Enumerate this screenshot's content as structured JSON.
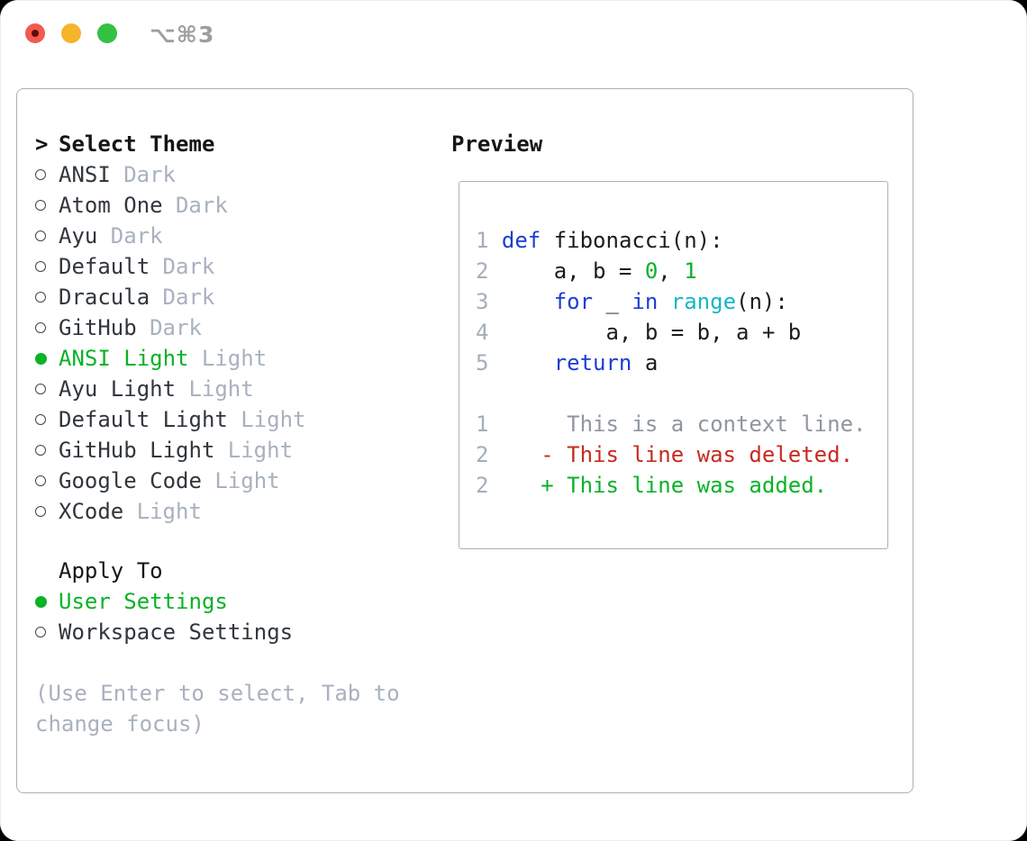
{
  "window": {
    "title": "⌥⌘3"
  },
  "colors": {
    "tl-red": "#f4594f",
    "tl-red-dot": "#5e0d08",
    "tl-yellow": "#f6b32c",
    "tl-green": "#33c143",
    "title-gray": "#9c9ea1",
    "border": "#a9b1bb",
    "heading": "#141619",
    "item": "#31363d",
    "muted": "#a8b1bf",
    "accent-green": "#0ab227",
    "radio-ring": "#3f444b",
    "fg": "#1a1c1f",
    "lnum": "#a4adbb",
    "code-blue": "#1c3dd4",
    "code-cyan": "#14b8c7",
    "code-red": "#c62b1e",
    "ctx-gray": "#8f969f"
  },
  "theme_picker": {
    "prompt": ">",
    "header": "Select Theme",
    "items": [
      {
        "name": "ANSI",
        "variant": "Dark",
        "selected": false
      },
      {
        "name": "Atom One",
        "variant": "Dark",
        "selected": false
      },
      {
        "name": "Ayu",
        "variant": "Dark",
        "selected": false
      },
      {
        "name": "Default",
        "variant": "Dark",
        "selected": false
      },
      {
        "name": "Dracula",
        "variant": "Dark",
        "selected": false
      },
      {
        "name": "GitHub",
        "variant": "Dark",
        "selected": false
      },
      {
        "name": "ANSI Light",
        "variant": "Light",
        "selected": true
      },
      {
        "name": "Ayu Light",
        "variant": "Light",
        "selected": false
      },
      {
        "name": "Default Light",
        "variant": "Light",
        "selected": false
      },
      {
        "name": "GitHub Light",
        "variant": "Light",
        "selected": false
      },
      {
        "name": "Google Code",
        "variant": "Light",
        "selected": false
      },
      {
        "name": "XCode",
        "variant": "Light",
        "selected": false
      }
    ]
  },
  "apply_to": {
    "header": "Apply To",
    "options": [
      {
        "label": "User Settings",
        "selected": true
      },
      {
        "label": "Workspace Settings",
        "selected": false
      }
    ]
  },
  "hint_lines": [
    "(Use Enter to select, Tab to",
    "change focus)"
  ],
  "preview": {
    "header": "Preview",
    "lines": [
      {
        "num": "1",
        "tokens": [
          {
            "t": "def",
            "c": "kw"
          },
          {
            "t": " fibonacci(n):",
            "c": "fg"
          }
        ]
      },
      {
        "num": "2",
        "tokens": [
          {
            "t": "    a, b = ",
            "c": "fg"
          },
          {
            "t": "0",
            "c": "num-lit"
          },
          {
            "t": ", ",
            "c": "fg"
          },
          {
            "t": "1",
            "c": "num-lit"
          }
        ]
      },
      {
        "num": "3",
        "tokens": [
          {
            "t": "    ",
            "c": "fg"
          },
          {
            "t": "for",
            "c": "kw"
          },
          {
            "t": " _ ",
            "c": "fg"
          },
          {
            "t": "in",
            "c": "kw"
          },
          {
            "t": " ",
            "c": "fg"
          },
          {
            "t": "range",
            "c": "builtin"
          },
          {
            "t": "(n):",
            "c": "fg"
          }
        ]
      },
      {
        "num": "4",
        "tokens": [
          {
            "t": "        a, b = b, a + b",
            "c": "fg"
          }
        ]
      },
      {
        "num": "5",
        "tokens": [
          {
            "t": "    ",
            "c": "fg"
          },
          {
            "t": "return",
            "c": "kw"
          },
          {
            "t": " a",
            "c": "fg"
          }
        ]
      },
      {
        "num": "",
        "tokens": []
      },
      {
        "num": "1",
        "tokens": [
          {
            "t": "     This is a context line.",
            "c": "ctx"
          }
        ]
      },
      {
        "num": "2",
        "tokens": [
          {
            "t": "   - This line was deleted.",
            "c": "del"
          }
        ]
      },
      {
        "num": "2",
        "tokens": [
          {
            "t": "   + This line was added.",
            "c": "add"
          }
        ]
      }
    ]
  }
}
